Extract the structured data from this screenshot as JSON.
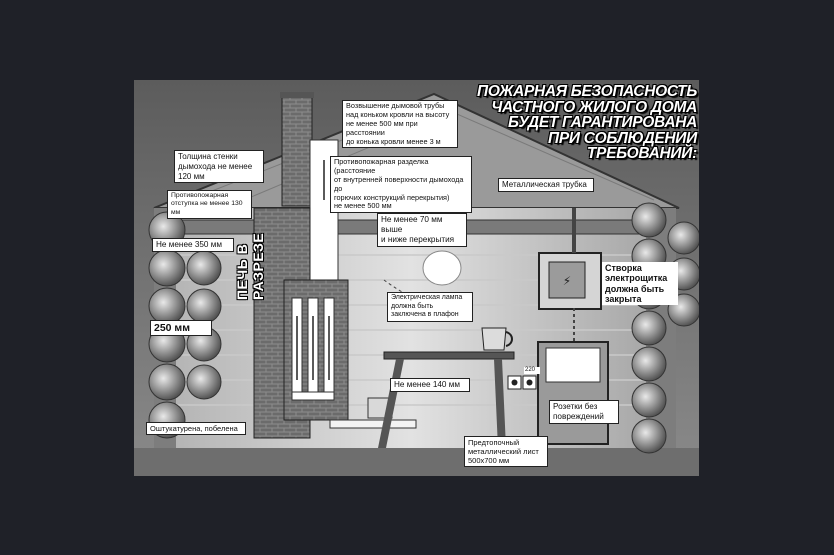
{
  "poster": {
    "title": "ПОЖАРНАЯ БЕЗОПАСНОСТЬ\nЧАСТНОГО ЖИЛОГО ДОМА\nБУДЕТ ГАРАНТИРОВАНА\nПРИ СОБЛЮДЕНИИ\nТРЕБОВАНИЙ:",
    "oven_label": "ПЕЧЬ В РАЗРЕЗЕ",
    "labels": {
      "chimney_height": "Возвышение дымовой трубы\nнад коньком кровли на высоту\nне менее 500 мм при расстоянии\nдо конька кровли менее 3 м",
      "wall_thickness": "Толщина стенки\nдымохода не менее\n120 мм",
      "fire_gap": "Противопожарная\nотступка не менее 130 мм",
      "fire_cut": "Противопожарная разделка (расстояние\nот внутренней поверхности дымохода до\nгорючих конструкций перекрытия)\nне менее 500 мм",
      "metal_tube": "Металлическая трубка",
      "min_350": "Не менее 350 мм",
      "min_70": "Не менее 70 мм выше\nи ниже перекрытия",
      "electric_lamp": "Электрическая лампа\nдолжна быть\nзаключена в плафон",
      "shield_door": "Створка\nэлектрощитка\nдолжна быть\nзакрыта",
      "mm_250": "250 мм",
      "min_140": "Не менее 140 мм",
      "sockets": "Розетки без\nповреждений",
      "plastered": "Оштукатурена, побелена",
      "metal_sheet": "Предтопочный\nметаллический лист\n500х700 мм",
      "socket_voltage": "220"
    }
  }
}
